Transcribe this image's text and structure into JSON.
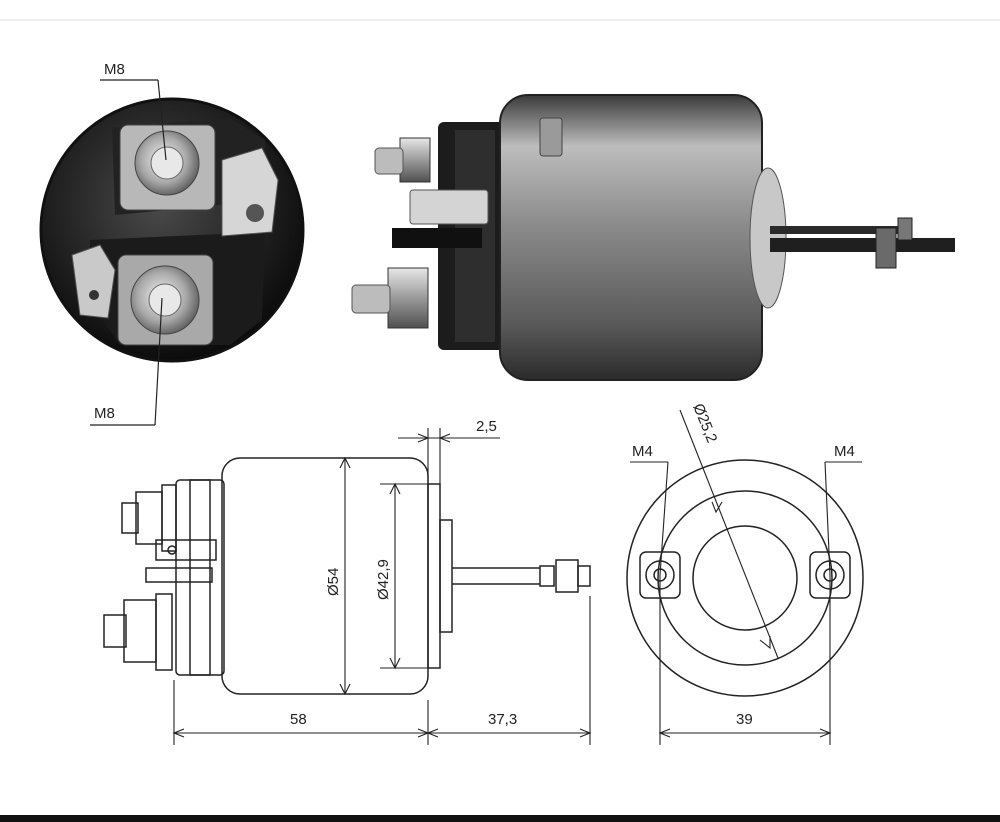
{
  "callouts": {
    "front_top_thread": "M8",
    "front_bottom_thread": "M8",
    "rear_left_thread": "M4",
    "rear_right_thread": "M4"
  },
  "dimensions": {
    "flange_thickness": "2,5",
    "body_diameter": "Ø54",
    "inner_diameter": "Ø42,9",
    "body_length": "58",
    "plunger_extension": "37,3",
    "stud_spacing": "39",
    "bore_diameter": "Ø25,2"
  },
  "colors": {
    "line": "#222222",
    "metal_dark": "#2a2a2a",
    "metal_light": "#c9c9c9",
    "frame_bottom": "#111111"
  }
}
